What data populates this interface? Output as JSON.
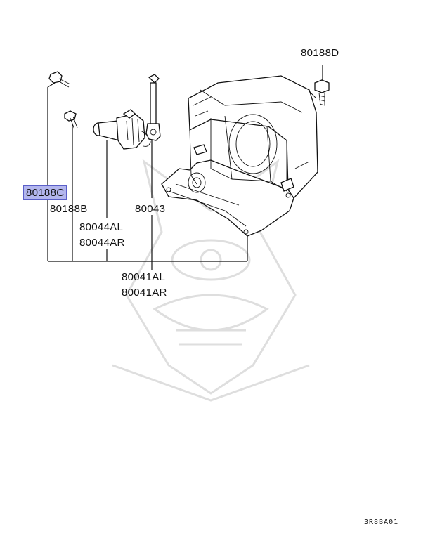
{
  "labels": {
    "part_80188d": "80188D",
    "part_80188c": "80188C",
    "part_80188b": "80188B",
    "part_80043": "80043",
    "part_80044al": "80044AL",
    "part_80044ar": "80044AR",
    "part_80041al": "80041AL",
    "part_80041ar": "80041AR"
  },
  "diagram_code": "3R8BA01",
  "highlight_color": "#b3b6ee"
}
